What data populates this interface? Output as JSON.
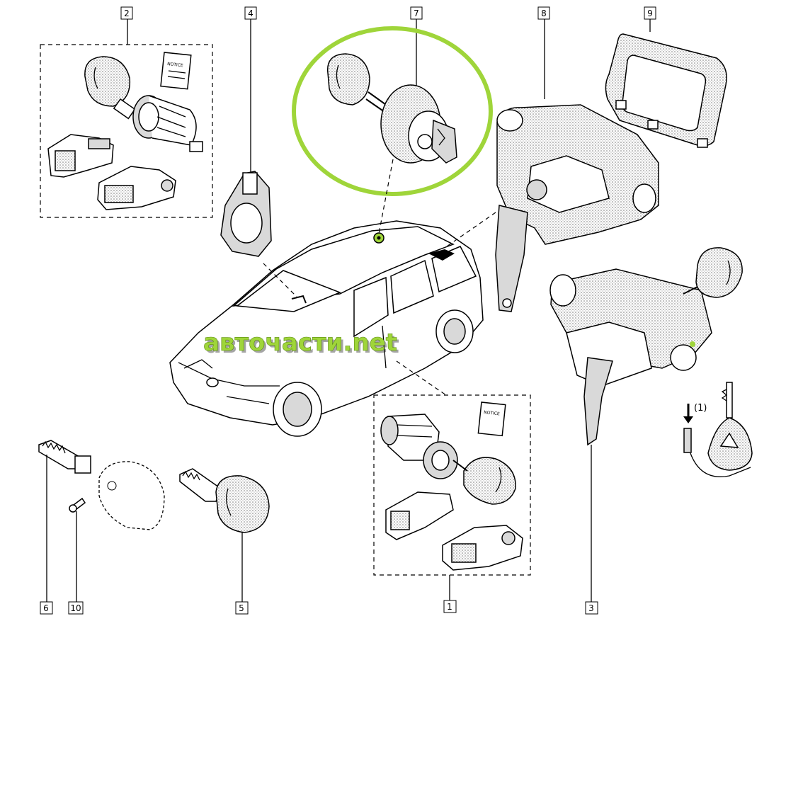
{
  "diagram": {
    "part_numbers": {
      "p1": "1",
      "p2": "2",
      "p3": "3",
      "p4": "4",
      "p5": "5",
      "p6": "6",
      "p7": "7",
      "p8": "8",
      "p9": "9",
      "p10": "10"
    },
    "notice_label": "NOTICE",
    "footnote_marker": "(1)",
    "watermark": "авточасти.net",
    "colors": {
      "highlight": "#9fd53a",
      "line": "#000000",
      "stipple": "#bfbfbf",
      "background": "#ffffff"
    }
  }
}
